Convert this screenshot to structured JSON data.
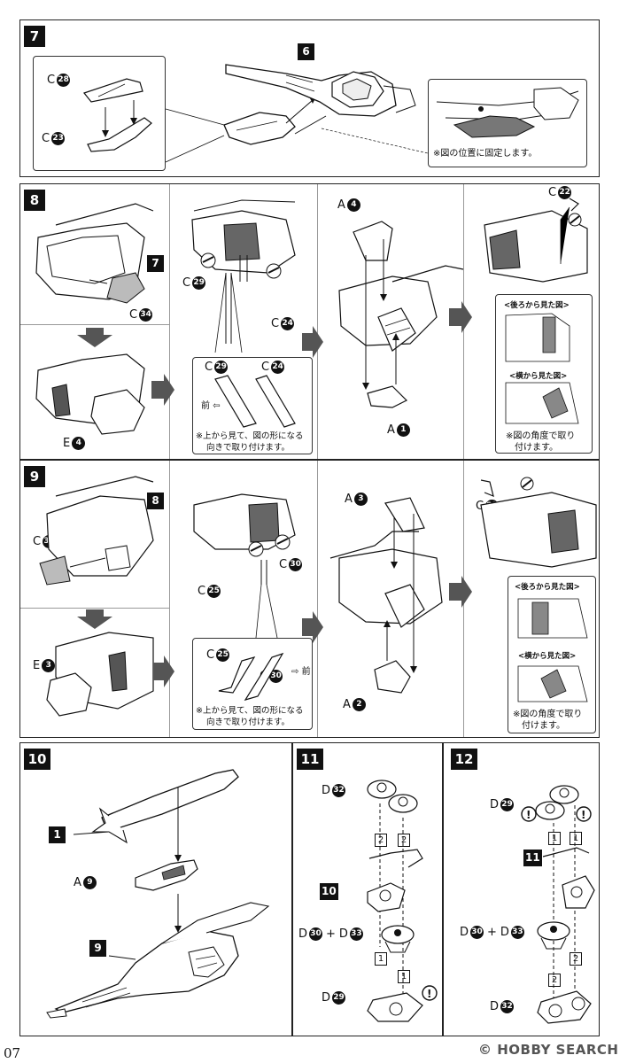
{
  "page": {
    "number": "07",
    "watermark": "© HOBBY SEARCH"
  },
  "step7": {
    "step": "7",
    "ref": "6",
    "labels": [
      {
        "letter": "C",
        "num": "28"
      },
      {
        "letter": "C",
        "num": "23"
      }
    ],
    "note": "※図の位置に固定します。"
  },
  "step8": {
    "step": "8",
    "ref7": "7",
    "c34": {
      "letter": "C",
      "num": "34"
    },
    "e4": {
      "letter": "E",
      "num": "4"
    },
    "c29": {
      "letter": "C",
      "num": "29"
    },
    "c24": {
      "letter": "C",
      "num": "24"
    },
    "detail_c29": {
      "letter": "C",
      "num": "29"
    },
    "detail_c24": {
      "letter": "C",
      "num": "24"
    },
    "front": "前",
    "note1": "※上から見て、図の形になる",
    "note2": "向きで取り付けます。",
    "a4": {
      "letter": "A",
      "num": "4"
    },
    "a1": {
      "letter": "A",
      "num": "1"
    },
    "c22": {
      "letter": "C",
      "num": "22"
    },
    "view_back": "<後ろから見た図>",
    "view_side": "<横から見た図>",
    "note_angle1": "※図の角度で取り",
    "note_angle2": "付けます。"
  },
  "step9": {
    "step": "9",
    "ref8": "8",
    "c35": {
      "letter": "C",
      "num": "35"
    },
    "e3": {
      "letter": "E",
      "num": "3"
    },
    "c30": {
      "letter": "C",
      "num": "30"
    },
    "c25": {
      "letter": "C",
      "num": "25"
    },
    "detail_c25": {
      "letter": "C",
      "num": "25"
    },
    "detail_c30": {
      "letter": "C",
      "num": "30"
    },
    "front": "前",
    "note1": "※上から見て、図の形になる",
    "note2": "向きで取り付けます。",
    "a3": {
      "letter": "A",
      "num": "3"
    },
    "a2": {
      "letter": "A",
      "num": "2"
    },
    "c21": {
      "letter": "C",
      "num": "21"
    },
    "view_back": "<後ろから見た図>",
    "view_side": "<横から見た図>",
    "note_angle1": "※図の角度で取り",
    "note_angle2": "付けます。"
  },
  "step10": {
    "step": "10",
    "ref1": "1",
    "ref9": "9",
    "a9": {
      "letter": "A",
      "num": "9"
    }
  },
  "step11": {
    "step": "11",
    "ref10": "10",
    "d32": {
      "letter": "D",
      "num": "32"
    },
    "d30": {
      "letter": "D",
      "num": "30"
    },
    "d33": {
      "letter": "D",
      "num": "33"
    },
    "plus": "+",
    "d29": {
      "letter": "D",
      "num": "29"
    },
    "order": [
      "2",
      "2",
      "1",
      "1"
    ]
  },
  "step12": {
    "step": "12",
    "ref11": "11",
    "d29": {
      "letter": "D",
      "num": "29"
    },
    "d30": {
      "letter": "D",
      "num": "30"
    },
    "d33": {
      "letter": "D",
      "num": "33"
    },
    "plus": "+",
    "d32": {
      "letter": "D",
      "num": "32"
    },
    "order": [
      "1",
      "1",
      "2",
      "2"
    ]
  }
}
